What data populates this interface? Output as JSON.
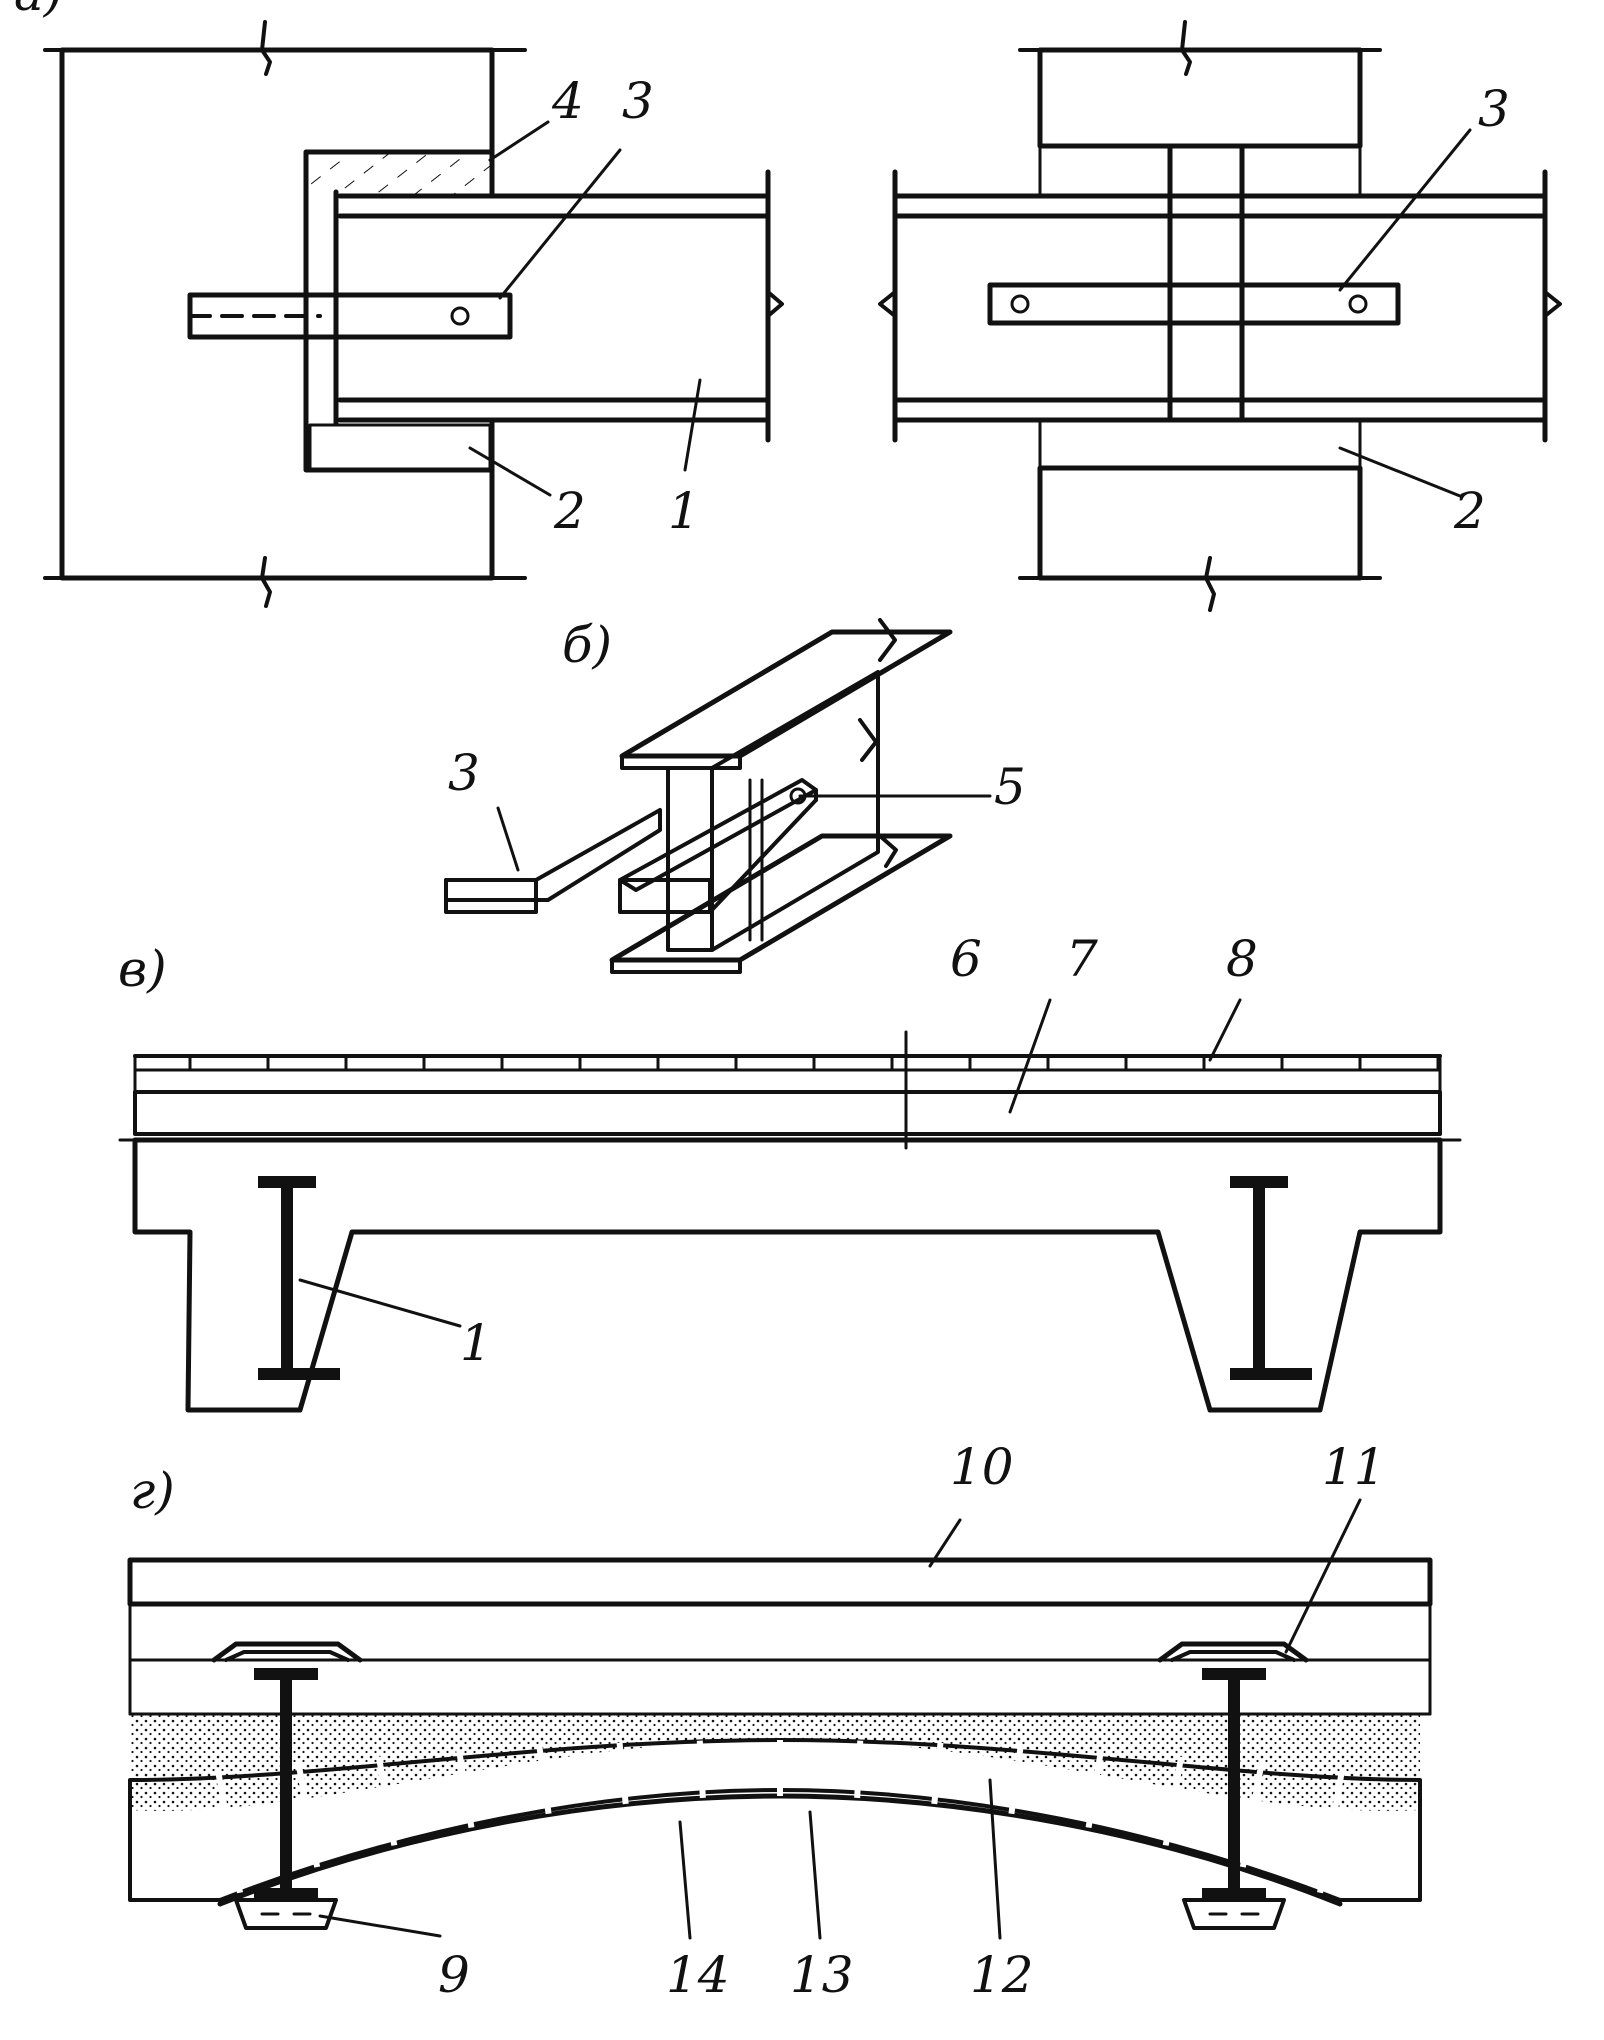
{
  "colors": {
    "ink": "#111111",
    "paper": "#ffffff",
    "pale": "#ededed"
  },
  "panels": {
    "a": {
      "label": "а)",
      "left_callouts": {
        "c4": "4",
        "c3": "3",
        "c2": "2",
        "c1": "1"
      },
      "right_callouts": {
        "c3": "3",
        "c2": "2"
      }
    },
    "b": {
      "label": "б)",
      "callouts": {
        "c3": "3",
        "c5": "5"
      }
    },
    "v": {
      "label": "в)",
      "callouts": {
        "c6": "6",
        "c7": "7",
        "c8": "8",
        "c1": "1"
      }
    },
    "g": {
      "label": "г)",
      "callouts": {
        "c10": "10",
        "c11": "11",
        "c9": "9",
        "c14": "14",
        "c13": "13",
        "c12": "12"
      }
    }
  }
}
